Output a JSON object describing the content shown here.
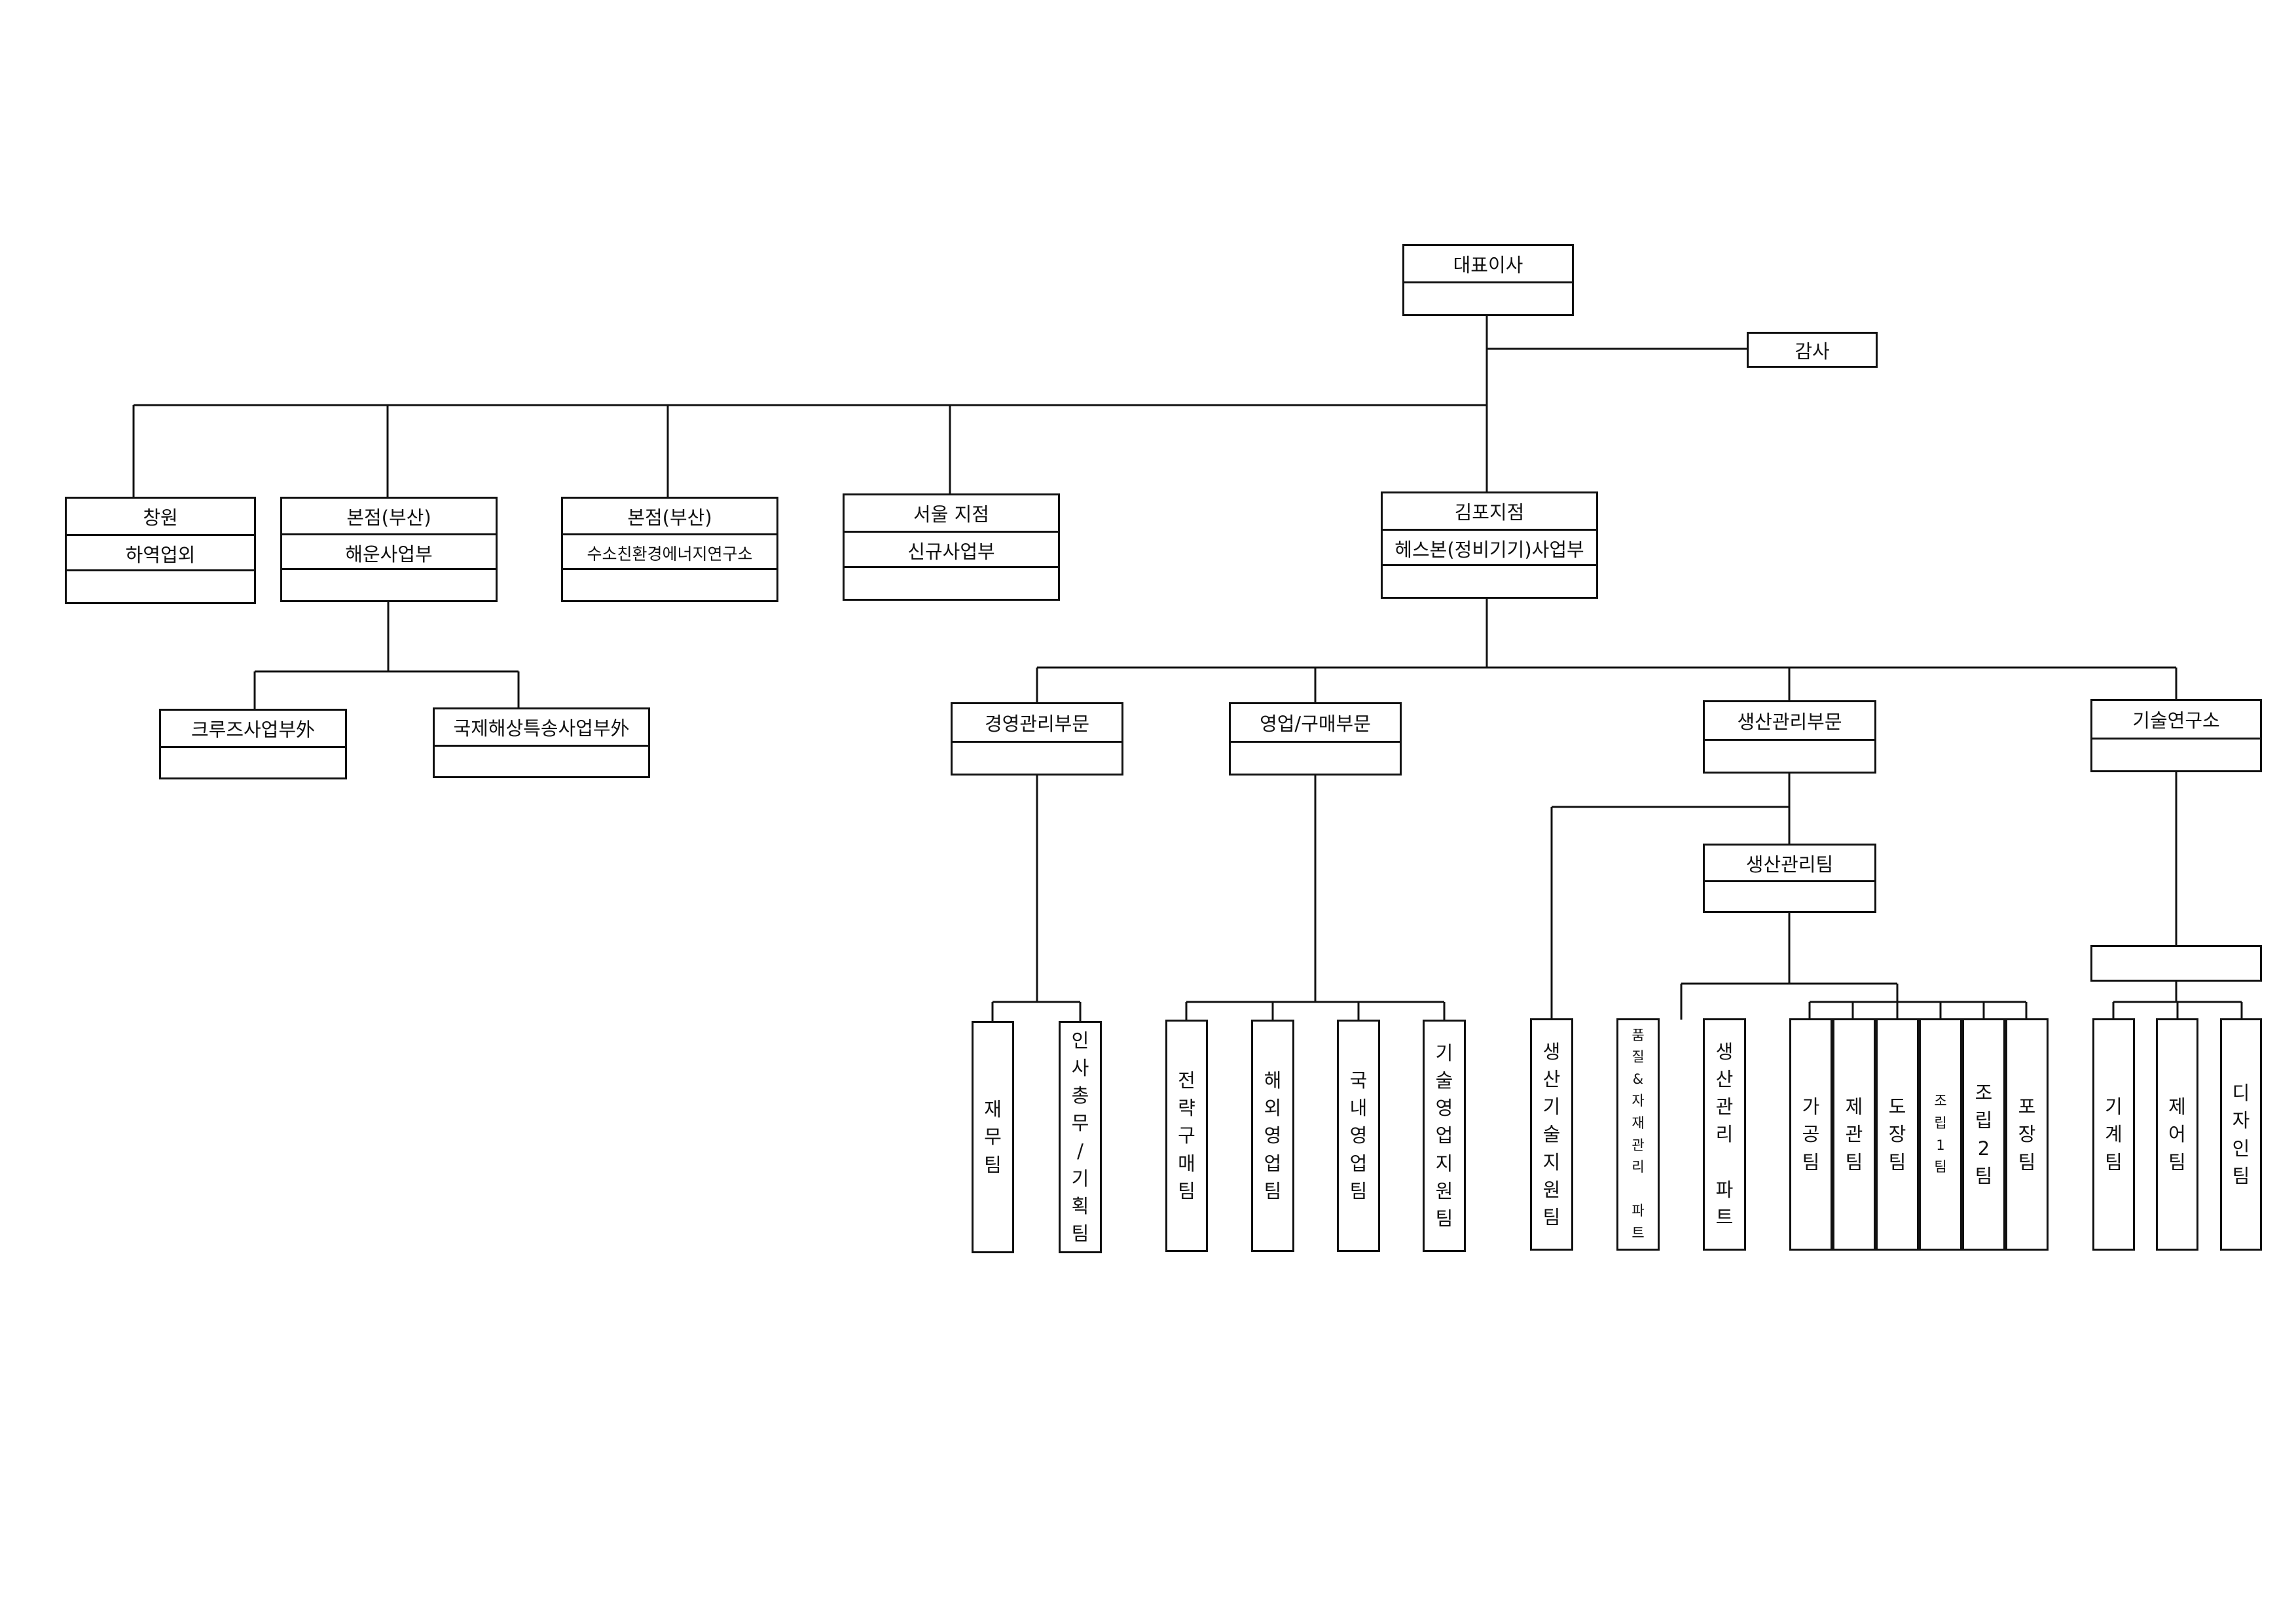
{
  "top": {
    "ceo": "대표이사",
    "audit": "감사"
  },
  "branches": {
    "changwon": {
      "name": "창원",
      "dept": "하역업외"
    },
    "busan1": {
      "name": "본점(부산)",
      "dept": "해운사업부"
    },
    "busan2": {
      "name": "본점(부산)",
      "dept": "수소친환경에너지연구소"
    },
    "seoul": {
      "name": "서울 지점",
      "dept": "신규사업부"
    },
    "gimpo": {
      "name": "김포지점",
      "dept": "헤스본(정비기기)사업부"
    }
  },
  "busan_units": {
    "cruise": "크루즈사업부外",
    "intl": "국제해상특송사업부外"
  },
  "divisions": {
    "management": "경영관리부문",
    "sales": "영업/구매부문",
    "production": "생산관리부문",
    "research": "기술연구소"
  },
  "production_team": "생산관리팀",
  "teams": {
    "finance": "재\n무\n팀",
    "hr": "인\n사\n총\n무\n/\n기\n획\n팀",
    "procurement": "전\n략\n구\n매\n팀",
    "overseas": "해\n외\n영\n업\n팀",
    "domestic": "국\n내\n영\n업\n팀",
    "tech_sales": "기\n술\n영\n업\n지\n원\n팀",
    "prod_tech": "생\n산\n기\n술\n지\n원\n팀",
    "quality": "품\n질\n&\n자\n재\n관\n리\n\n파\n트",
    "prod_mgmt_part": "생\n산\n관\n리\n\n파\n트",
    "machining": "가\n공\n팀",
    "fabrication": "제\n관\n팀",
    "painting": "도\n장\n팀",
    "assembly1": "조\n립\n1\n팀",
    "assembly2": "조\n립\n2\n팀",
    "packing": "포\n장\n팀",
    "mechanical": "기\n계\n팀",
    "control": "제\n어\n팀",
    "design": "디\n자\n인\n팀"
  }
}
